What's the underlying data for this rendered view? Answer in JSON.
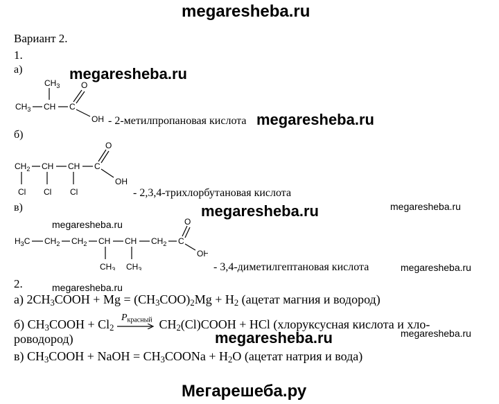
{
  "header": {
    "site_title": "megaresheba.ru"
  },
  "footer": {
    "site_title": "Мегарешеба.ру"
  },
  "variant_label": "Вариант 2.",
  "task1": {
    "number": "1.",
    "a": {
      "label": "а)",
      "name": "- 2-метилпропановая кислота"
    },
    "b": {
      "label": "б)",
      "name": "- 2,3,4-трихлорбутановая кислота"
    },
    "c": {
      "label": "в)",
      "name": "- 3,4-диметилгептановая кислота"
    }
  },
  "task2": {
    "number": "2.",
    "a_text_prefix": "а) 2CH",
    "b_prefix": "б) CH",
    "b_condition": "P",
    "b_condition_sub": "красный",
    "b_line2": "роводород)",
    "c_prefix": "в) CH"
  },
  "watermarks": {
    "big": "megaresheba.ru",
    "small": "megaresheba.ru"
  },
  "structure_labels": {
    "ch3": "CH",
    "sub3": "3",
    "ch": "CH",
    "ch2": "CH",
    "sub2": "2",
    "h3c": "H",
    "c3": "C",
    "o": "O",
    "oh": "OH",
    "cl": "Cl"
  }
}
